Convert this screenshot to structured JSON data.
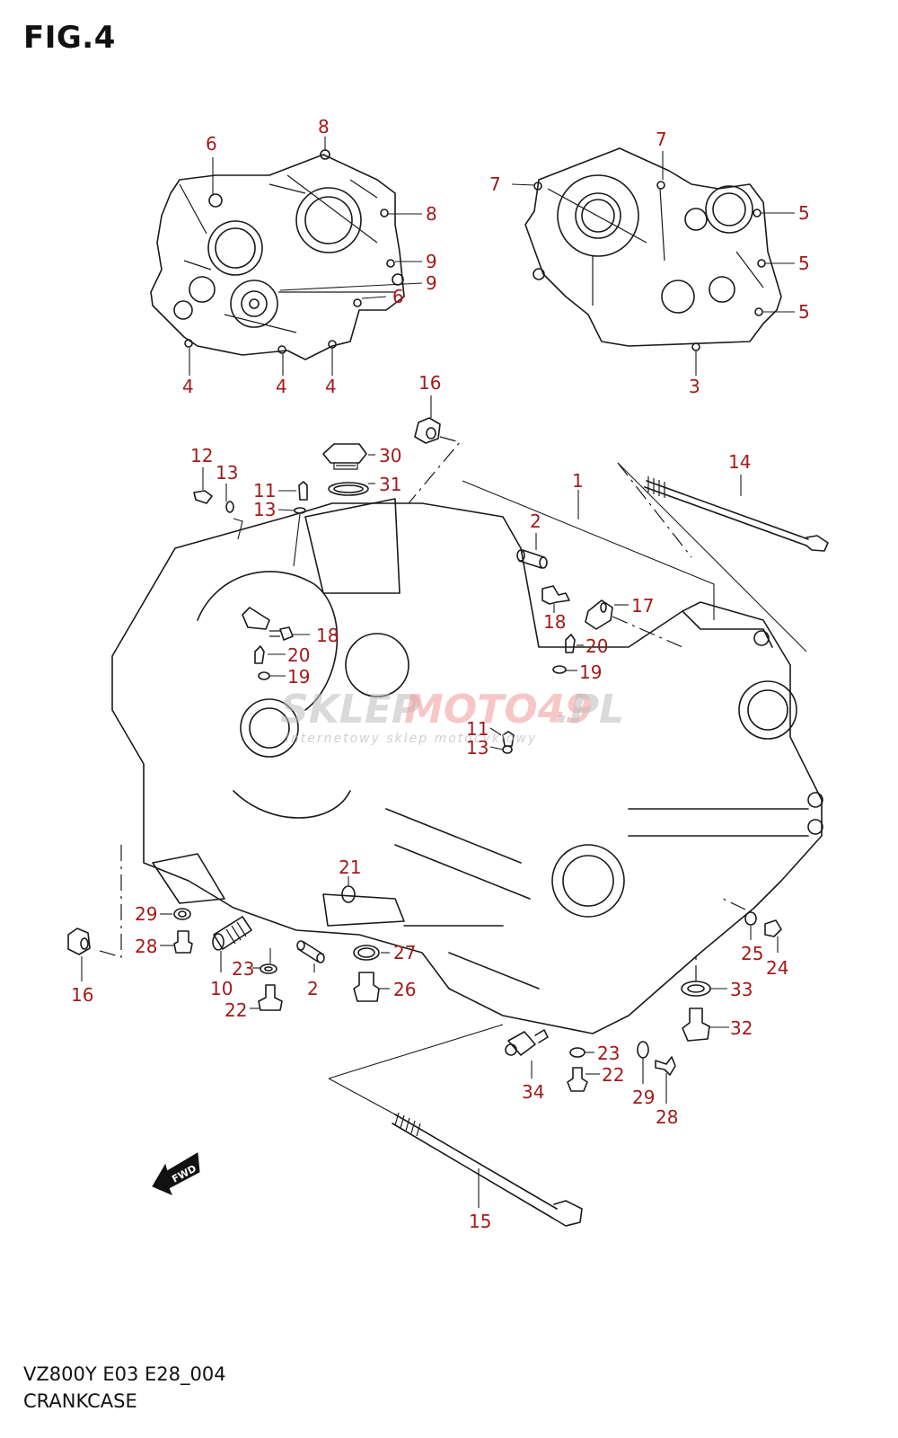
{
  "figure": {
    "title": "FIG.4",
    "model_code": "VZ800Y E03 E28_004",
    "section_name": "CRANKCASE",
    "label_color": "#a31a1a",
    "line_color": "#1a1a1a"
  },
  "watermark": {
    "brand_gray": "SKLEP",
    "brand_red": "MOTO49",
    "suffix": ".PL",
    "tagline": "internetowy sklep motocyklowy"
  },
  "fwd_arrow": {
    "label": "FWD"
  },
  "callouts": {
    "left_half": [
      "6",
      "8",
      "8",
      "9",
      "9",
      "6",
      "4",
      "4",
      "4"
    ],
    "right_half": [
      "7",
      "7",
      "5",
      "5",
      "5",
      "3"
    ],
    "main": [
      "16",
      "12",
      "13",
      "30",
      "11",
      "13",
      "31",
      "1",
      "14",
      "2",
      "17",
      "18",
      "18",
      "20",
      "20",
      "19",
      "19",
      "11",
      "13",
      "21",
      "29",
      "28",
      "16",
      "10",
      "23",
      "2",
      "22",
      "27",
      "26",
      "25",
      "24",
      "33",
      "32",
      "23",
      "22",
      "34",
      "29",
      "28",
      "15"
    ]
  }
}
